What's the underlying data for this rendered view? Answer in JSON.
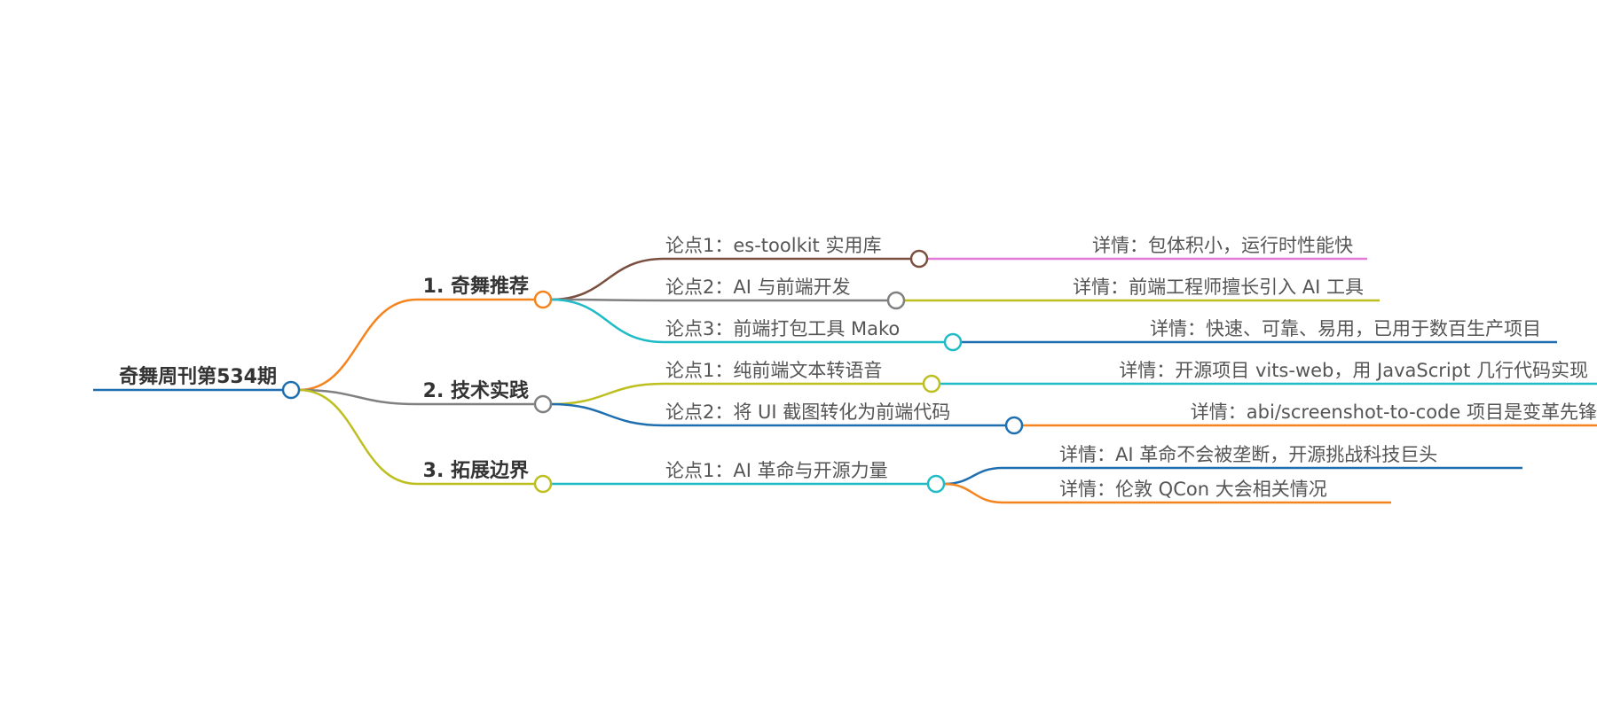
{
  "mindmap": {
    "root": {
      "label": "奇舞周刊第534期",
      "color": "#1f6fb0"
    },
    "branches": [
      {
        "label": "1. 奇舞推荐",
        "color": "#f5841f",
        "points": [
          {
            "label": "论点1：es-toolkit 实用库",
            "color": "#7a4f3f",
            "details": [
              {
                "label": "详情：包体积小，运行时性能快",
                "color": "#e27bd7"
              }
            ]
          },
          {
            "label": "论点2：AI 与前端开发",
            "color": "#808080",
            "details": [
              {
                "label": "详情：前端工程师擅长引入 AI 工具",
                "color": "#bdbf1f"
              }
            ]
          },
          {
            "label": "论点3：前端打包工具 Mako",
            "color": "#1fbcc8",
            "details": [
              {
                "label": "详情：快速、可靠、易用，已用于数百生产项目",
                "color": "#1f6fb0"
              }
            ]
          }
        ]
      },
      {
        "label": "2. 技术实践",
        "color": "#808080",
        "points": [
          {
            "label": "论点1：纯前端文本转语音",
            "color": "#bdbf1f",
            "details": [
              {
                "label": "详情：开源项目 vits-web，用 JavaScript 几行代码实现",
                "color": "#1fbcc8"
              }
            ]
          },
          {
            "label": "论点2：将 UI 截图转化为前端代码",
            "color": "#1f6fb0",
            "details": [
              {
                "label": "详情：abi/screenshot-to-code 项目是变革先锋",
                "color": "#f5841f"
              }
            ]
          }
        ]
      },
      {
        "label": "3. 拓展边界",
        "color": "#bdbf1f",
        "points": [
          {
            "label": "论点1：AI 革命与开源力量",
            "color": "#1fbcc8",
            "details": [
              {
                "label": "详情：AI 革命不会被垄断，开源挑战科技巨头",
                "color": "#1f6fb0"
              },
              {
                "label": "详情：伦敦 QCon 大会相关情况",
                "color": "#f5841f"
              }
            ]
          }
        ]
      }
    ]
  }
}
